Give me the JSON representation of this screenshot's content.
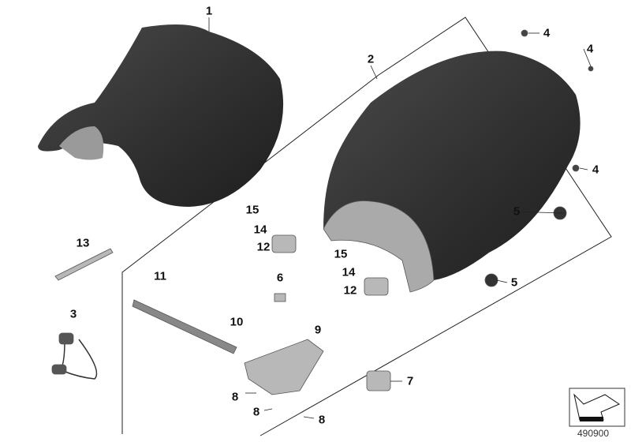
{
  "diagram": {
    "callouts": [
      "1",
      "2",
      "4",
      "4",
      "4",
      "5",
      "5",
      "13",
      "3",
      "15",
      "14",
      "12",
      "6",
      "15",
      "14",
      "12",
      "11",
      "10",
      "9",
      "7",
      "8",
      "8",
      "8"
    ],
    "diagram_code": "490900"
  },
  "colors": {
    "seat": "#3a3a3a",
    "line": "#222222",
    "part": "#b8b8b8"
  }
}
